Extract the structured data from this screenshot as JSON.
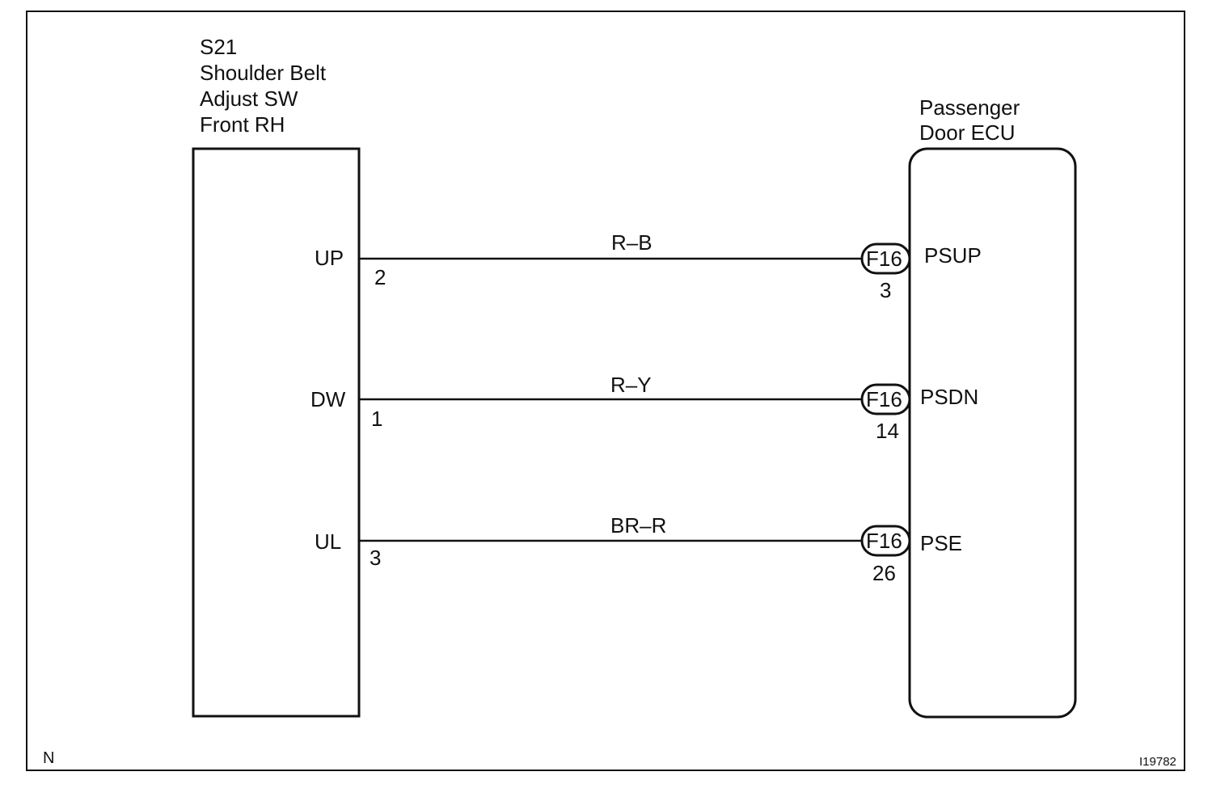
{
  "left_component": {
    "code": "S21",
    "name_line1": "Shoulder Belt",
    "name_line2": "Adjust SW",
    "name_line3": "Front RH"
  },
  "right_component": {
    "name_line1": "Passenger",
    "name_line2": "Door ECU"
  },
  "wires": [
    {
      "left_terminal": "UP",
      "left_pin": "2",
      "color": "R–B",
      "connector": "F16",
      "right_pin": "3",
      "right_terminal": "PSUP"
    },
    {
      "left_terminal": "DW",
      "left_pin": "1",
      "color": "R–Y",
      "connector": "F16",
      "right_pin": "14",
      "right_terminal": "PSDN"
    },
    {
      "left_terminal": "UL",
      "left_pin": "3",
      "color": "BR–R",
      "connector": "F16",
      "right_pin": "26",
      "right_terminal": "PSE"
    }
  ],
  "footer": {
    "corner_mark": "N",
    "figure_id": "I19782"
  }
}
